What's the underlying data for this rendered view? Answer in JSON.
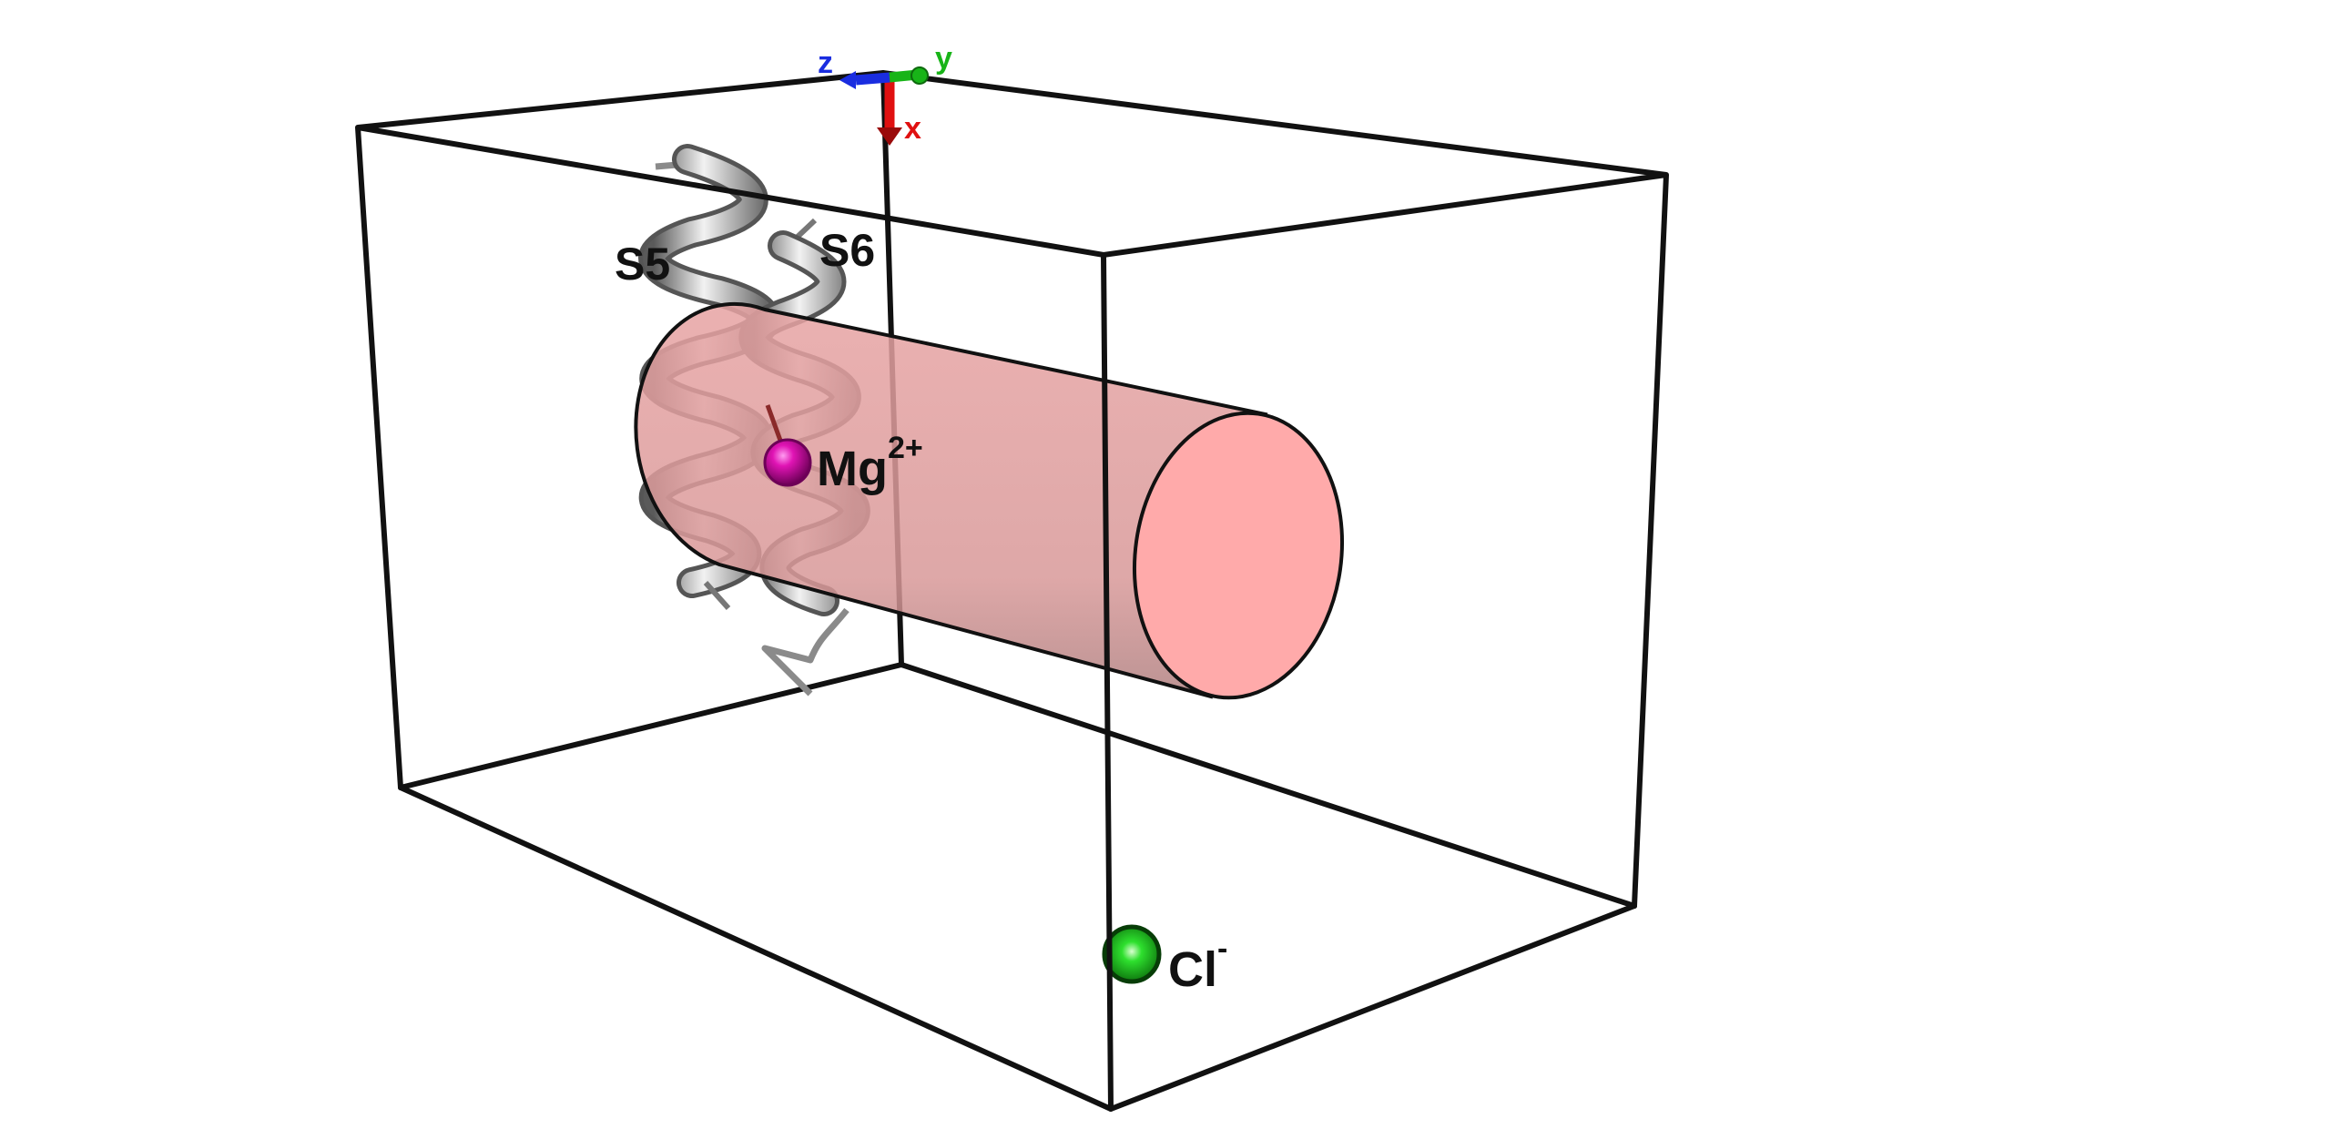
{
  "labels": {
    "s5": "S5",
    "s6": "S6",
    "mg": "Mg",
    "mg_charge": "2+",
    "cl": "Cl",
    "cl_charge": "-"
  },
  "axes": {
    "x": "x",
    "y": "y",
    "z": "z"
  },
  "colors": {
    "box_edge": "#111111",
    "cylinder_fill": "#f4a3a3",
    "cylinder_cap": "#ffaaaa",
    "helix": "#9a9a9a",
    "magnesium": "#e014b4",
    "chloride": "#1fcf1f",
    "axis_x": "#e01010",
    "axis_y": "#18b418",
    "axis_z": "#1a2de0"
  }
}
